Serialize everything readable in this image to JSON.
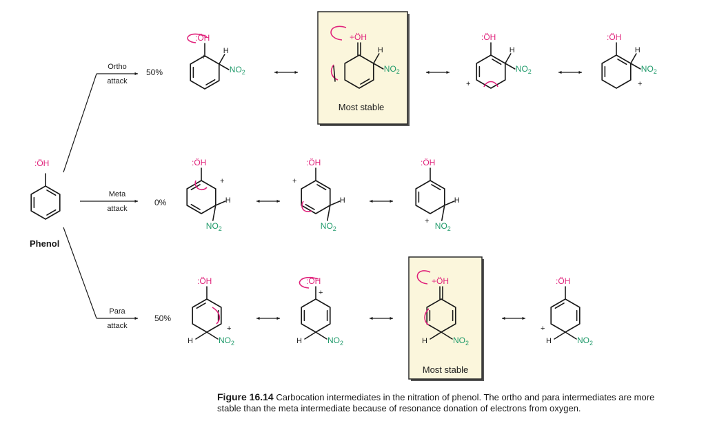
{
  "figure": {
    "number": "Figure 16.14",
    "caption": "Carbocation intermediates in the nitration of phenol. The ortho and para intermediates are more stable than the meta intermediate because of resonance donation of electrons from oxygen."
  },
  "reactant": {
    "oh_label": ":ÖH",
    "name": "Phenol"
  },
  "labels": {
    "oh": ":ÖH",
    "oh_plus": "+ÖH",
    "no2": "NO₂",
    "h": "H",
    "plus": "+",
    "most_stable": "Most stable"
  },
  "pathways": [
    {
      "id": "ortho",
      "name": "Ortho",
      "word": "attack",
      "percent": "50%"
    },
    {
      "id": "meta",
      "name": "Meta",
      "word": "attack",
      "percent": "0%"
    },
    {
      "id": "para",
      "name": "Para",
      "word": "attack",
      "percent": "50%"
    }
  ],
  "colors": {
    "oh": "#e0227b",
    "no2": "#1f9a6a",
    "highlight_box": "#fbf6dc",
    "ink": "#1a1a1a"
  }
}
